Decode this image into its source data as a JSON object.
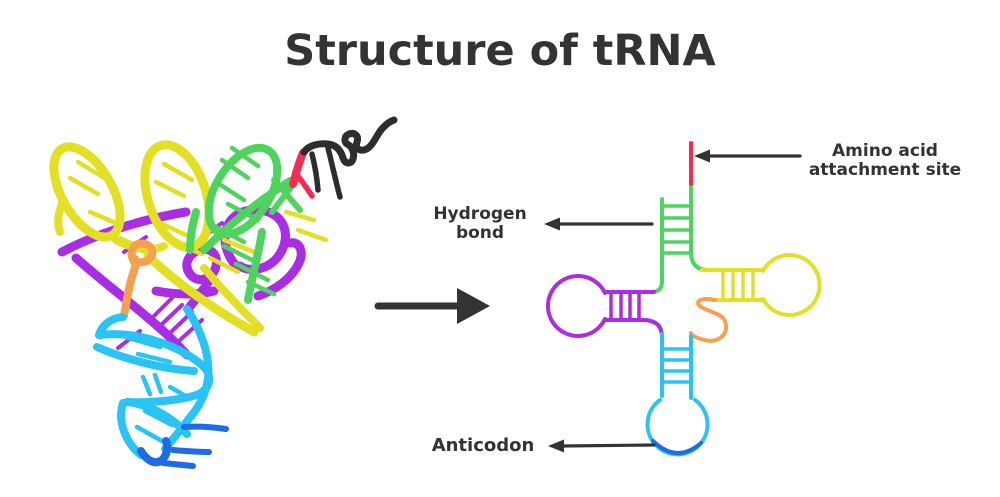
{
  "title": "Structure of tRNA",
  "labels": {
    "amino_acid": {
      "line1": "Amino acid",
      "line2": "attachment site"
    },
    "hydrogen_bond": {
      "line1": "Hydrogen",
      "line2": "bond"
    },
    "anticodon": {
      "line1": "Anticodon"
    }
  },
  "icons": {
    "transform_arrow": "solid right-pointing arrow",
    "amino_acid_arrow": "thin left-pointing arrow",
    "hydrogen_bond_arrow": "thin left-pointing arrow",
    "anticodon_arrow": "thin left-pointing arrow"
  },
  "colors": {
    "ink": "#333333",
    "green": "#4fd35f",
    "red": "#f62b54",
    "yellow": "#e3df25",
    "purple": "#a92de4",
    "orange": "#f5a04c",
    "cyan": "#29c3f6",
    "blue": "#1f6ae5",
    "strand_black": "#2d2d2d"
  }
}
